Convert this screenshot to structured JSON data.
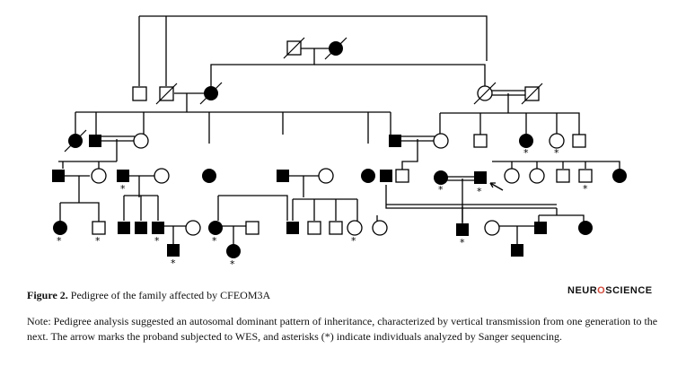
{
  "caption": {
    "figure_label": "Figure 2.",
    "title": "Pedigree of the family affected by CFEOM3A",
    "note": "Note: Pedigree analysis suggested an autosomal dominant pattern of inheritance, characterized by vertical transmission from one generation to the next. The arrow marks the proband subjected to WES, and asterisks (*) indicate individuals analyzed by Sanger sequencing."
  },
  "logo": {
    "left": "NEUR",
    "mark": "O",
    "right": "SCIENCE"
  },
  "legend_symbols": {
    "male": "square",
    "female": "circle",
    "affected": "filled",
    "deceased": "slash",
    "sequenced_marker": "*",
    "proband_marker": "arrow"
  },
  "colors": {
    "ink": "#000000",
    "accent": "#d4493a"
  }
}
